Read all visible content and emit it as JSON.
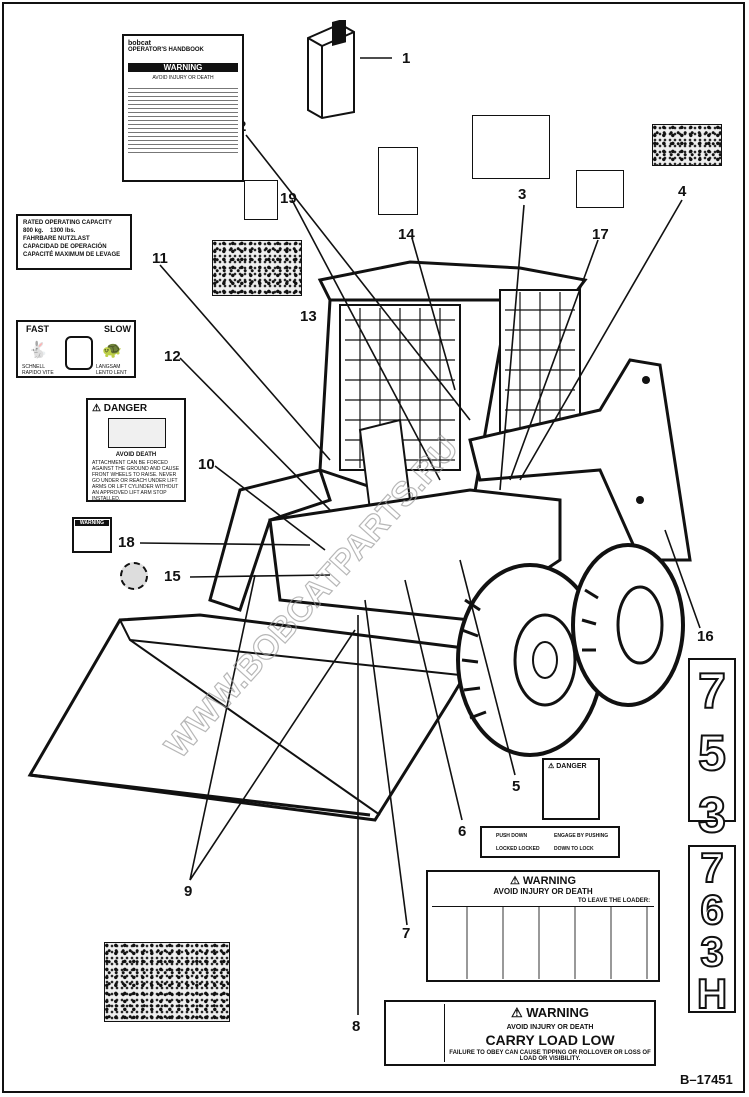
{
  "callouts": [
    "1",
    "2",
    "3",
    "4",
    "5",
    "6",
    "7",
    "8",
    "9",
    "10",
    "11",
    "12",
    "13",
    "14",
    "15",
    "16",
    "17",
    "18",
    "19"
  ],
  "decals": {
    "manual": {
      "brand": "bobcat",
      "title": "OPERATOR'S HANDBOOK",
      "warning": "WARNING",
      "avoid": "AVOID INJURY OR DEATH"
    },
    "capacity": {
      "line1": "RATED OPERATING CAPACITY",
      "line2": "800 kg.",
      "line3": "1300 lbs.",
      "line4": "FAHRBARE NUTZLAST",
      "line5": "CAPACIDAD DE OPERACIÓN",
      "line6": "CAPACITÉ MAXIMUM DE LEVAGE"
    },
    "speed": {
      "fast": "FAST",
      "slow": "SLOW",
      "fast_sub": "SCHNELL RAPIDO VITE",
      "slow_sub": "LANGSAM LENTO LENT"
    },
    "danger_left": {
      "header": "DANGER",
      "avoid": "AVOID DEATH",
      "body": "ATTACHMENT CAN BE FORCED AGAINST THE GROUND AND CAUSE FRONT WHEELS TO RAISE. NEVER GO UNDER OR REACH UNDER LIFT ARMS OR LIFT CYLINDER WITHOUT AN APPROVED LIFT ARM STOP INSTALLED."
    },
    "warning_small": {
      "header": "WARNING"
    },
    "danger_right": {
      "header": "DANGER"
    },
    "engine_lock": {
      "left1": "PUSH DOWN",
      "left2": "LOCKED LOCKED",
      "right1": "ENGAGE BY PUSHING",
      "right2": "DOWN TO LOCK"
    },
    "warning_large": {
      "header": "WARNING",
      "avoid": "AVOID INJURY OR DEATH",
      "leave": "TO LEAVE THE LOADER:"
    },
    "carry_load": {
      "header": "WARNING",
      "avoid": "AVOID INJURY OR DEATH",
      "main": "CARRY LOAD LOW",
      "sub": "FAILURE TO OBEY CAN CAUSE TIPPING OR ROLLOVER OR LOSS OF LOAD OR VISIBILITY."
    }
  },
  "models": {
    "upper": "753",
    "lower": "763H"
  },
  "watermark": "WWW.BOBCATPARTS.RU",
  "figure_id": "B–17451"
}
